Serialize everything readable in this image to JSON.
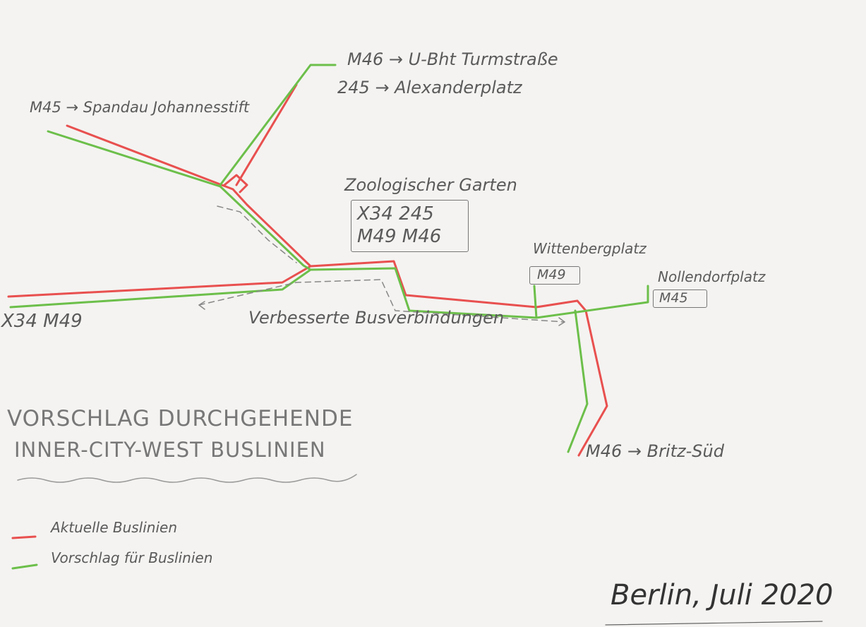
{
  "title": {
    "line1": "VORSCHLAG DURCHGEHENDE",
    "line2": "INNER-CITY-WEST BUSLINIEN"
  },
  "labels": {
    "m46_north": "M46 → U-Bht Turmstraße",
    "245_north": "245 → Alexanderplatz",
    "m45_west": "M45 → Spandau Johannesstift",
    "zoo": "Zoologischer Garten",
    "zoo_lines_1": "X34 245",
    "zoo_lines_2": "M49 M46",
    "wittenbergplatz": "Wittenbergplatz",
    "wittenbergplatz_line": "M49",
    "nollendorfplatz": "Nollendorfplatz",
    "nollendorfplatz_line": "M45",
    "x34_m49_west": "X34 M49",
    "improved": "Verbesserte Busverbindungen",
    "m46_south": "M46 → Britz-Süd"
  },
  "legend": [
    {
      "label": "Aktuelle Buslinien",
      "color": "#e8504f"
    },
    {
      "label": "Vorschlag für Buslinien",
      "color": "#6cbf4a"
    }
  ],
  "signature": "Berlin, Juli 2020"
}
